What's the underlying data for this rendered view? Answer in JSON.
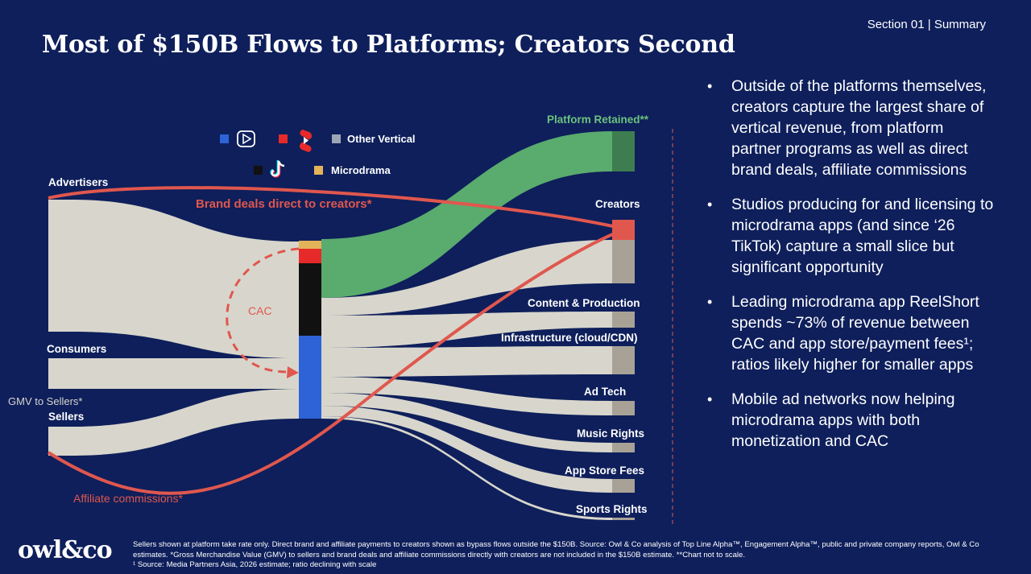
{
  "header": {
    "section": "Section 01 | Summary",
    "title": "Most of $150B Flows to Platforms; Creators Second"
  },
  "legend": {
    "other_vertical": "Other Vertical",
    "microdrama": "Microdrama",
    "colors": {
      "youtube": "#2d63d6",
      "shorts": "#e62a2a",
      "tiktok": "#111111",
      "other_vertical": "#9ea6b6",
      "microdrama": "#e3b35a"
    }
  },
  "sankey": {
    "sources": {
      "advertisers": "Advertisers",
      "consumers": "Consumers",
      "sellers": "Sellers"
    },
    "gmv_label": "GMV to Sellers*",
    "bypass": {
      "brand_deals": "Brand deals direct to creators*",
      "affiliate": "Affiliate commissions*"
    },
    "cac_label": "CAC",
    "targets": {
      "platform_retained": "Platform Retained**",
      "creators": "Creators",
      "content_production": "Content & Production",
      "infrastructure": "Infrastructure (cloud/CDN)",
      "ad_tech": "Ad Tech",
      "music_rights": "Music Rights",
      "app_store_fees": "App Store Fees",
      "sports_rights": "Sports Rights"
    },
    "colors": {
      "flow": "#d8d6cc",
      "node": "#a8a296",
      "platform_flow": "#5aab6e",
      "platform_node": "#3e7d50",
      "bypass": "#e0574e",
      "platform_label": "#6cc27e"
    }
  },
  "bullets": [
    "Outside of the platforms themselves, creators capture the largest share of vertical revenue, from platform partner programs as well as direct brand deals, affiliate commissions",
    "Studios producing for and licensing to microdrama apps (and since ‘26 TikTok) capture a small slice but significant opportunity",
    "Leading microdrama app ReelShort spends ~73% of revenue between CAC and app store/payment fees¹; ratios likely higher for smaller apps",
    "Mobile ad networks now helping microdrama apps with both monetization and CAC"
  ],
  "footer": {
    "logo": "owl&co",
    "note_line1": "Sellers shown at platform take rate only. Direct brand and affiliate payments to creators shown as bypass flows outside the $150B. Source: Owl & Co analysis of Top Line Alpha™, Engagement Alpha™, public and private company reports, Owl & Co estimates. *Gross Merchandise Value (GMV) to sellers and brand deals and affiliate commissions directly with creators are not included in the $150B estimate. **Chart not to scale.",
    "note_line2": "¹ Source: Media Partners Asia, 2026 estimate; ratio declining with scale"
  }
}
